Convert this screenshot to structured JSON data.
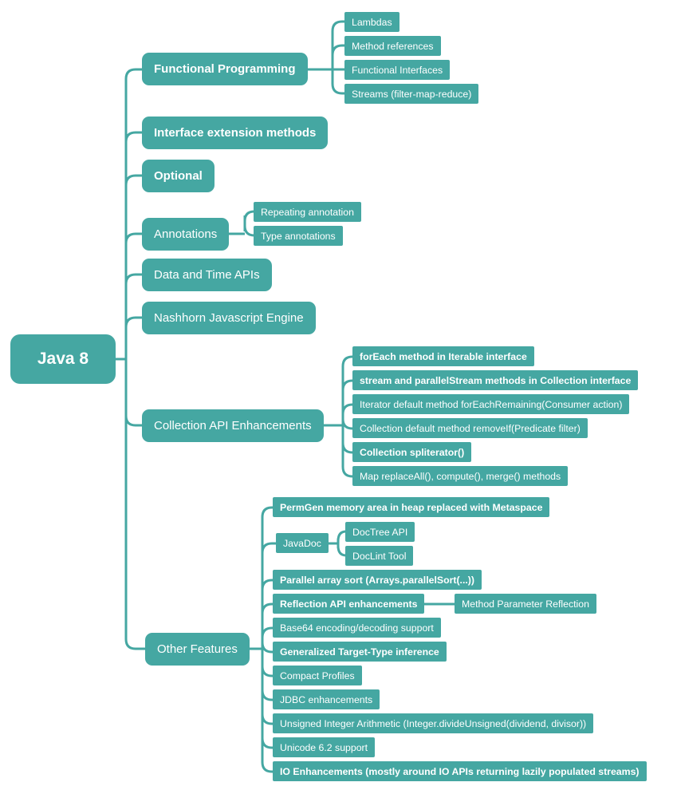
{
  "root": {
    "label": "Java 8"
  },
  "branches": [
    {
      "label": "Functional Programming",
      "children": [
        {
          "label": "Lambdas"
        },
        {
          "label": "Method references"
        },
        {
          "label": "Functional Interfaces"
        },
        {
          "label": "Streams (filter-map-reduce)"
        }
      ]
    },
    {
      "label": "Interface extension methods"
    },
    {
      "label": "Optional"
    },
    {
      "label": "Annotations",
      "children": [
        {
          "label": "Repeating annotation"
        },
        {
          "label": "Type annotations"
        }
      ]
    },
    {
      "label": "Data and Time APIs"
    },
    {
      "label": "Nashhorn Javascript Engine"
    },
    {
      "label": "Collection API Enhancements",
      "children": [
        {
          "label": "forEach method in Iterable interface"
        },
        {
          "label": "stream and parallelStream methods in Collection interface"
        },
        {
          "label": "Iterator default method forEachRemaining(Consumer action)"
        },
        {
          "label": "Collection default method removeIf(Predicate filter)"
        },
        {
          "label": "Collection spliterator()"
        },
        {
          "label": "Map replaceAll(), compute(), merge() methods"
        }
      ]
    },
    {
      "label": "Other Features",
      "children": [
        {
          "label": "PermGen memory area in heap replaced with Metaspace"
        },
        {
          "label": "JavaDoc",
          "children": [
            {
              "label": "DocTree API"
            },
            {
              "label": "DocLint Tool"
            }
          ]
        },
        {
          "label": "Parallel array sort (Arrays.parallelSort(...))"
        },
        {
          "label": "Reflection API enhancements",
          "children": [
            {
              "label": "Method Parameter Reflection"
            }
          ]
        },
        {
          "label": "Base64 encoding/decoding support"
        },
        {
          "label": "Generalized Target-Type inference"
        },
        {
          "label": "Compact Profiles"
        },
        {
          "label": "JDBC enhancements"
        },
        {
          "label": "Unsigned Integer Arithmetic (Integer.divideUnsigned(dividend, divisor))"
        },
        {
          "label": "Unicode 6.2 support"
        },
        {
          "label": "IO Enhancements (mostly around IO APIs returning lazily populated streams)"
        }
      ]
    }
  ],
  "colors": {
    "accent": "#45a7a2",
    "text-on-accent": "#ffffff",
    "background": "#ffffff"
  }
}
